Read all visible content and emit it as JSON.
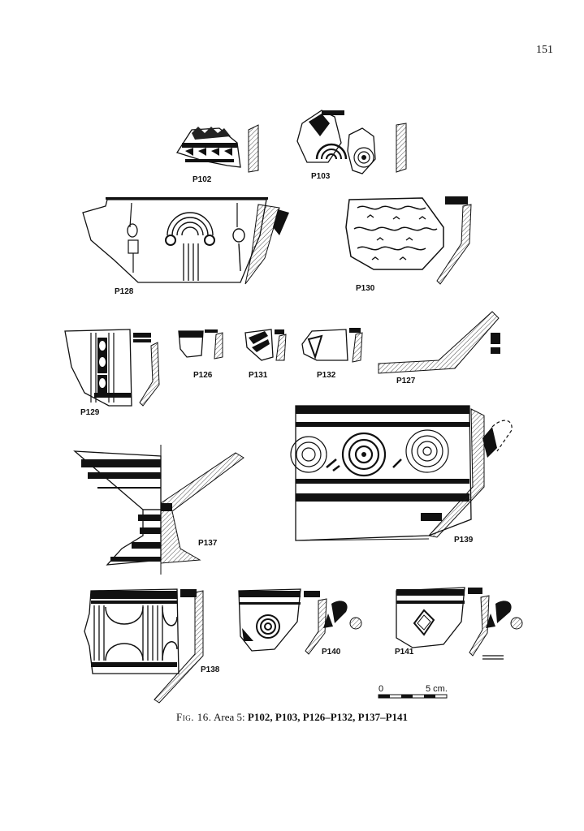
{
  "page": {
    "number": "151"
  },
  "figure": {
    "labels": {
      "p102": "P102",
      "p103": "P103",
      "p128": "P128",
      "p130": "P130",
      "p129": "P129",
      "p126": "P126",
      "p131": "P131",
      "p132": "P132",
      "p127": "P127",
      "p137": "P137",
      "p139": "P139",
      "p138": "P138",
      "p140": "P140",
      "p141": "P141"
    },
    "scale_bar": {
      "start": "0",
      "end": "5 cm."
    }
  },
  "caption": {
    "prefix": "Fig. 16.",
    "area": "Area 5:",
    "refs": "P102, P103, P126–P132, P137–P141"
  }
}
